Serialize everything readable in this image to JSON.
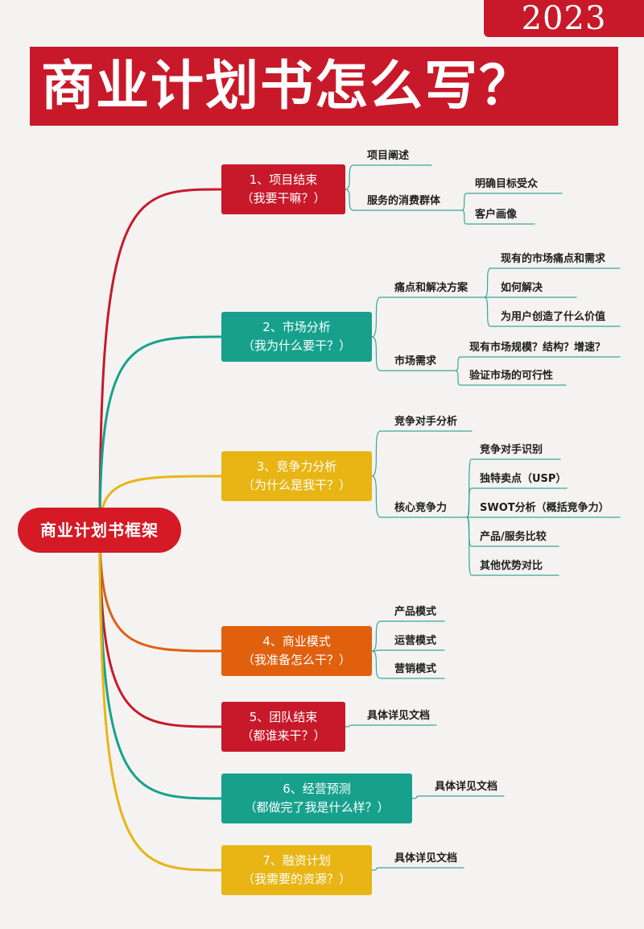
{
  "year": "2023",
  "title": "商业计划书怎么写？",
  "root": "商业计划书框架",
  "colors": {
    "red": "#c8192a",
    "teal": "#17a18d",
    "yellow": "#e8b514",
    "orange": "#e0600e"
  },
  "sections": [
    {
      "line1": "1、项目结束",
      "line2": "（我要干嘛？）",
      "color": "red",
      "children": [
        {
          "label": "项目阐述",
          "children": []
        },
        {
          "label": "服务的消费群体",
          "children": [
            {
              "label": "明确目标受众"
            },
            {
              "label": "客户画像"
            }
          ]
        }
      ]
    },
    {
      "line1": "2、市场分析",
      "line2": "（我为什么要干？）",
      "color": "teal",
      "children": [
        {
          "label": "痛点和解决方案",
          "children": [
            {
              "label": "现有的市场痛点和需求"
            },
            {
              "label": "如何解决"
            },
            {
              "label": "为用户创造了什么价值"
            }
          ]
        },
        {
          "label": "市场需求",
          "children": [
            {
              "label": "现有市场规模？结构？增速？"
            },
            {
              "label": "验证市场的可行性"
            }
          ]
        }
      ]
    },
    {
      "line1": "3、竞争力分析",
      "line2": "（为什么是我干？）",
      "color": "yellow",
      "children": [
        {
          "label": "竞争对手分析",
          "children": []
        },
        {
          "label": "核心竞争力",
          "children": [
            {
              "label": "竞争对手识别"
            },
            {
              "label": "独特卖点（USP）"
            },
            {
              "label": "SWOT分析（概括竞争力）"
            },
            {
              "label": "产品/服务比较"
            },
            {
              "label": "其他优势对比"
            }
          ]
        }
      ]
    },
    {
      "line1": "4、商业模式",
      "line2": "（我准备怎么干？）",
      "color": "orange",
      "children": [
        {
          "label": "产品模式",
          "children": []
        },
        {
          "label": "运营模式",
          "children": []
        },
        {
          "label": "营销模式",
          "children": []
        }
      ]
    },
    {
      "line1": "5、团队结束",
      "line2": "（都谁来干？）",
      "color": "red",
      "children": [
        {
          "label": "具体详见文档",
          "children": []
        }
      ]
    },
    {
      "line1": "6、经营预测",
      "line2": "（都做完了我是什么样？）",
      "color": "teal",
      "children": [
        {
          "label": "具体详见文档",
          "children": []
        }
      ]
    },
    {
      "line1": "7、融资计划",
      "line2": "（我需要的资源？）",
      "color": "yellow",
      "children": [
        {
          "label": "具体详见文档",
          "children": []
        }
      ]
    }
  ]
}
